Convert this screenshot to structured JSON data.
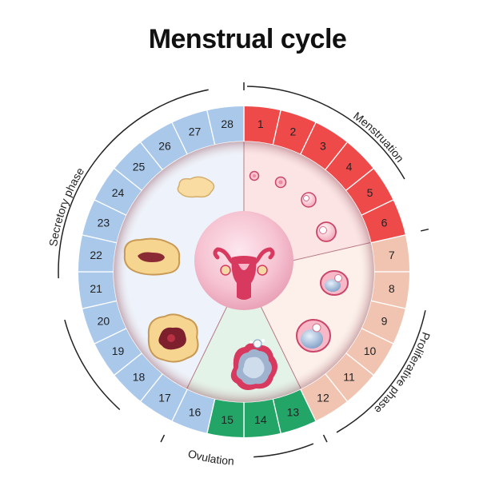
{
  "title": "Menstrual cycle",
  "days": [
    "1",
    "2",
    "3",
    "4",
    "5",
    "6",
    "7",
    "8",
    "9",
    "10",
    "11",
    "12",
    "13",
    "14",
    "15",
    "16",
    "17",
    "18",
    "19",
    "20",
    "21",
    "22",
    "23",
    "24",
    "25",
    "26",
    "27",
    "28"
  ],
  "phases": {
    "menstruation": "Menstruation",
    "proliferative": "Proliferative phase",
    "ovulation": "Ovulation",
    "secretory": "Secretory phase"
  },
  "colors": {
    "menstruation_ring": "#ee4a4a",
    "menstruation_inner": "#fde4e4",
    "proliferative_ring": "#f0c4b1",
    "proliferative_inner": "#fdf0ea",
    "ovulation_ring": "#23a567",
    "ovulation_inner": "#e3f3e7",
    "secretory_ring": "#a9c8ea",
    "secretory_inner": "#eef3fb",
    "center": "#f3b7c9",
    "uterus": "#d83a5f"
  },
  "icons": {
    "center": "uterus-icon",
    "follicles": "follicle-icon",
    "corpus_luteum": "corpus-luteum-icon"
  }
}
